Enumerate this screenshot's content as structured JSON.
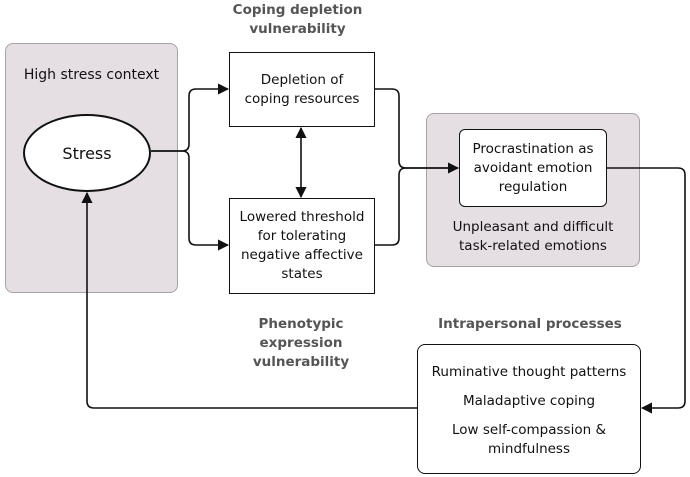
{
  "captions": {
    "coping_depletion": "Coping depletion vulnerability",
    "phenotypic": "Phenotypic expression vulnerability",
    "intrapersonal": "Intrapersonal processes"
  },
  "panels": {
    "high_stress": "High stress context",
    "unpleasant": "Unpleasant and difficult task-related emotions"
  },
  "nodes": {
    "stress": "Stress",
    "depletion": "Depletion of coping resources",
    "threshold": "Lowered threshold for tolerating negative affective states",
    "procrastination": "Procrastination as avoidant emotion regulation",
    "processes": [
      "Ruminative thought patterns",
      "Maladaptive coping",
      "Low self-compassion & mindfulness"
    ]
  }
}
